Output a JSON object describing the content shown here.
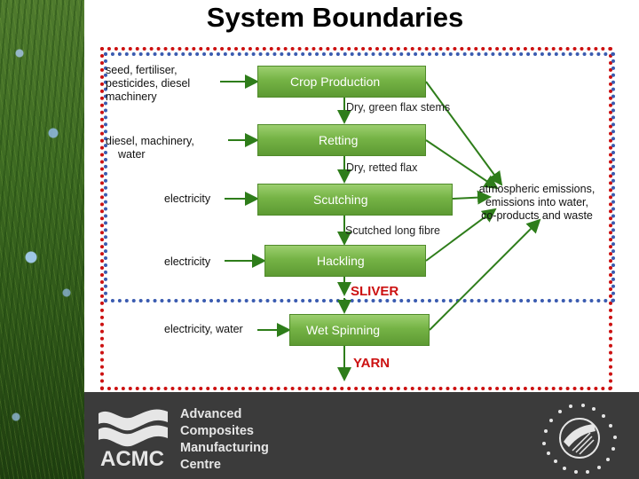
{
  "slide": {
    "title": "System Boundaries"
  },
  "processes": [
    {
      "id": "crop",
      "label": "Crop Production"
    },
    {
      "id": "retting",
      "label": "Retting"
    },
    {
      "id": "scutching",
      "label": "Scutching"
    },
    {
      "id": "hackling",
      "label": "Hackling"
    },
    {
      "id": "spinning",
      "label": "Wet Spinning"
    }
  ],
  "inputs": [
    {
      "lines": [
        "seed, fertiliser,",
        "pesticides, diesel",
        "machinery"
      ]
    },
    {
      "lines": [
        "diesel, machinery,",
        "water"
      ]
    },
    {
      "lines": [
        "electricity"
      ]
    },
    {
      "lines": [
        "electricity"
      ]
    },
    {
      "lines": [
        "electricity, water"
      ]
    }
  ],
  "flows": [
    "Dry, green flax stems",
    "Dry, retted flax",
    "Scutched long fibre"
  ],
  "outputs": {
    "sliver": "SLIVER",
    "yarn": "YARN"
  },
  "emissions": {
    "lines": [
      "atmospheric emissions,",
      "emissions into water,",
      "co-products and waste"
    ]
  },
  "footer": {
    "logo_text": "ACMC",
    "name_lines": [
      "Advanced",
      "Composites",
      "Manufacturing",
      "Centre"
    ]
  },
  "colors": {
    "outer_boundary": "#cc1111",
    "inner_boundary": "#3a5bb0",
    "process_fill": "#75b345",
    "output_text": "#cc1111",
    "footer_bg": "#3b3b3b"
  },
  "icons": {
    "logo": "acmc-wave-logo-icon",
    "seal": "university-of-plymouth-seal-icon"
  }
}
